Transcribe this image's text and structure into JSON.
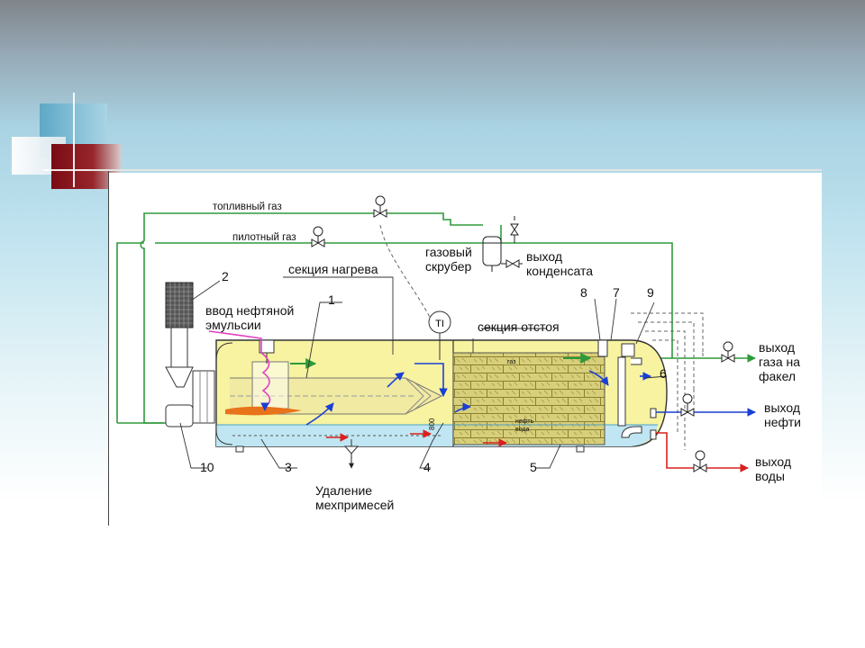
{
  "diagram": {
    "labels": {
      "fuel_gas": "топливный газ",
      "pilot_gas": "пилотный газ",
      "gas_scrubber_1": "газовый",
      "gas_scrubber_2": "скрубер",
      "condensate_out_1": "выход",
      "condensate_out_2": "конденсата",
      "heating_section": "секция нагрева",
      "settling_section": "секция отстоя",
      "emulsion_in_1": "ввод нефтяной",
      "emulsion_in_2": "эмульсии",
      "gas_out_1": "выход",
      "gas_out_2": "газа на",
      "gas_out_3": "факел",
      "oil_out_1": "выход",
      "oil_out_2": "нефти",
      "water_out_1": "выход",
      "water_out_2": "воды",
      "sludge_1": "Удаление",
      "sludge_2": "мехпримесей",
      "ti": "TI",
      "layer_gas": "газ",
      "layer_oil": "нефть",
      "layer_water": "вода",
      "dim_800": "800"
    },
    "numbers": {
      "n1": "1",
      "n2": "2",
      "n3": "3",
      "n4": "4",
      "n5": "5",
      "n6": "6",
      "n7": "7",
      "n8": "8",
      "n9": "9",
      "n10": "10"
    },
    "colors": {
      "gas_line": "#2e9a3a",
      "oil_line": "#1a3fd6",
      "water_line": "#d92020",
      "emulsion_line": "#e040c0",
      "oil_fill": "#f7f3a0",
      "water_fill": "#bfe6f2",
      "packing": "#c9c06a",
      "flame": "#e8731a"
    }
  }
}
